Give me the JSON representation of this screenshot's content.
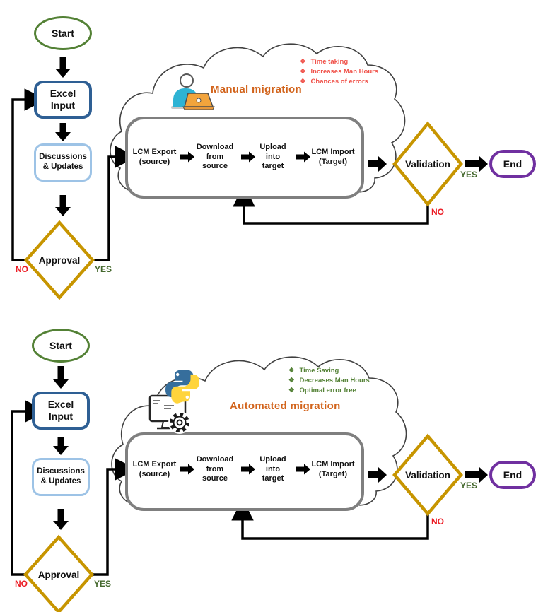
{
  "ui": {
    "bullet_char": "❖"
  },
  "colors": {
    "start_green": "#538135",
    "excel_blue": "#2E5F94",
    "discussions_light_blue": "#9DC3E6",
    "diamond_gold": "#C79500",
    "end_purple": "#7030A0",
    "process_box_gray": "#7F7F7F",
    "cloud_title_orange": "#D2641C",
    "no_red": "#EC1C24",
    "yes_green": "#44682D",
    "manual_bullets_red": "#F0524A",
    "auto_bullets_green": "#538135",
    "python_blue": "#366E9C",
    "python_yellow": "#FFD43B",
    "person_cyan": "#2EB3D4",
    "laptop_orange": "#F2A43C"
  },
  "chart1": {
    "start_label": "Start",
    "excel_input_label": "Excel\nInput",
    "discussions_label": "Discussions\n& Updates",
    "approval_label": "Approval",
    "approval_no": "NO",
    "approval_yes": "YES",
    "cloud": {
      "title": "Manual migration",
      "icon": "person-with-laptop",
      "bullets": [
        "Time taking",
        "Increases Man Hours",
        "Chances of errors"
      ]
    },
    "process_steps": [
      "LCM Export\n(source)",
      "Download\nfrom\nsource",
      "Upload\ninto\ntarget",
      "LCM Import\n(Target)"
    ],
    "validation_label": "Validation",
    "validation_yes": "YES",
    "validation_no": "NO",
    "end_label": "End"
  },
  "chart2": {
    "start_label": "Start",
    "excel_input_label": "Excel\nInput",
    "discussions_label": "Discussions\n& Updates",
    "approval_label": "Approval",
    "approval_no": "NO",
    "approval_yes": "YES",
    "cloud": {
      "title": "Automated  migration",
      "icon": "python-automation",
      "bullets": [
        "Time Saving",
        "Decreases Man Hours",
        "Optimal error free"
      ]
    },
    "process_steps": [
      "LCM Export\n(source)",
      "Download\nfrom\nsource",
      "Upload\ninto\ntarget",
      "LCM Import\n(Target)"
    ],
    "validation_label": "Validation",
    "validation_yes": "YES",
    "validation_no": "NO",
    "end_label": "End"
  }
}
